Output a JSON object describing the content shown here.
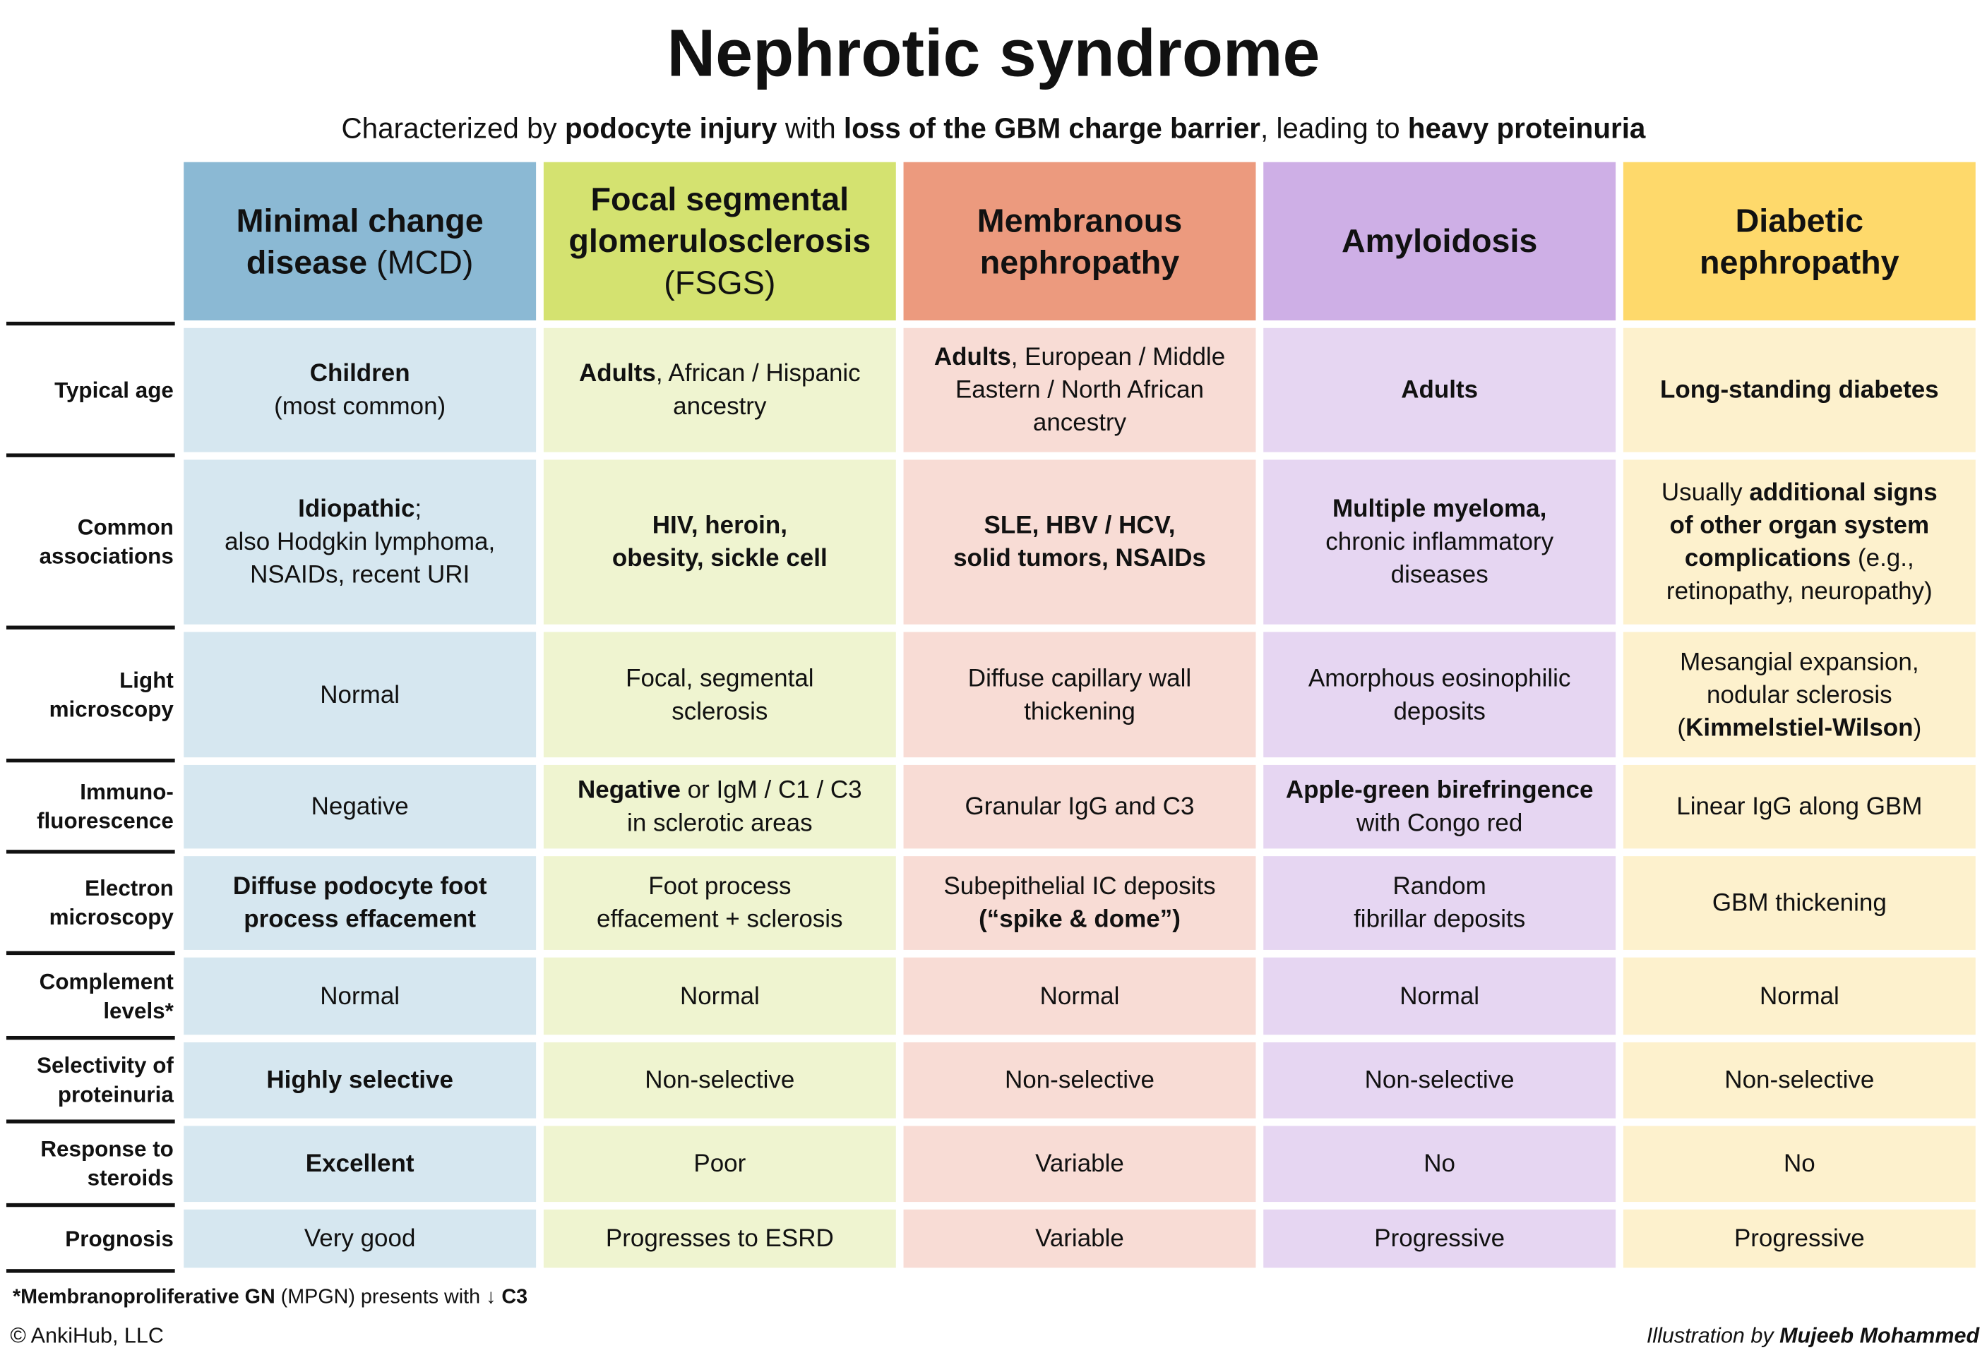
{
  "title": "Nephrotic syndrome",
  "subtitle": [
    {
      "t": "Characterized by "
    },
    {
      "t": "podocyte injury",
      "b": true
    },
    {
      "t": " with "
    },
    {
      "t": "loss of the GBM charge barrier",
      "b": true
    },
    {
      "t": ", leading to "
    },
    {
      "t": "heavy proteinuria",
      "b": true
    }
  ],
  "colors": {
    "header": [
      "#8bb9d4",
      "#d4e270",
      "#ec9a7e",
      "#ceafe6",
      "#fed96b"
    ],
    "body": [
      "#d6e7f0",
      "#eff4d0",
      "#f8dcd5",
      "#e6d6f2",
      "#fdf1cd"
    ]
  },
  "columns": [
    [
      [
        {
          "t": "Minimal change",
          "b": true
        }
      ],
      [
        {
          "t": "disease",
          "b": true
        },
        {
          "t": " (MCD)"
        }
      ]
    ],
    [
      [
        {
          "t": "Focal segmental",
          "b": true
        }
      ],
      [
        {
          "t": "glomerulosclerosis",
          "b": true
        }
      ],
      [
        {
          "t": "(FSGS)"
        }
      ]
    ],
    [
      [
        {
          "t": "Membranous",
          "b": true
        }
      ],
      [
        {
          "t": "nephropathy",
          "b": true
        }
      ]
    ],
    [
      [
        {
          "t": "Amyloidosis",
          "b": true
        }
      ]
    ],
    [
      [
        {
          "t": "Diabetic",
          "b": true
        }
      ],
      [
        {
          "t": "nephropathy",
          "b": true
        }
      ]
    ]
  ],
  "rows": [
    {
      "label": [
        "Typical age"
      ],
      "cells": [
        [
          [
            {
              "t": "Children",
              "b": true
            }
          ],
          [
            {
              "t": "(most common)"
            }
          ]
        ],
        [
          [
            {
              "t": "Adults",
              "b": true
            },
            {
              "t": ", African / Hispanic"
            }
          ],
          [
            {
              "t": "ancestry"
            }
          ]
        ],
        [
          [
            {
              "t": "Adults",
              "b": true
            },
            {
              "t": ", European / Middle"
            }
          ],
          [
            {
              "t": "Eastern / North African"
            }
          ],
          [
            {
              "t": "ancestry"
            }
          ]
        ],
        [
          [
            {
              "t": "Adults",
              "b": true
            }
          ]
        ],
        [
          [
            {
              "t": "Long-standing diabetes",
              "b": true
            }
          ]
        ]
      ]
    },
    {
      "label": [
        "Common",
        "associations"
      ],
      "cells": [
        [
          [
            {
              "t": "Idiopathic",
              "b": true
            },
            {
              "t": ";"
            }
          ],
          [
            {
              "t": "also Hodgkin lymphoma,"
            }
          ],
          [
            {
              "t": "NSAIDs, recent URI"
            }
          ]
        ],
        [
          [
            {
              "t": "HIV, heroin,",
              "b": true
            }
          ],
          [
            {
              "t": "obesity, sickle cell",
              "b": true
            }
          ]
        ],
        [
          [
            {
              "t": "SLE, HBV / HCV,",
              "b": true
            }
          ],
          [
            {
              "t": "solid tumors, NSAIDs",
              "b": true
            }
          ]
        ],
        [
          [
            {
              "t": "Multiple myeloma,",
              "b": true
            }
          ],
          [
            {
              "t": "chronic inflammatory"
            }
          ],
          [
            {
              "t": "diseases"
            }
          ]
        ],
        [
          [
            {
              "t": "Usually "
            },
            {
              "t": "additional signs",
              "b": true
            }
          ],
          [
            {
              "t": "of other organ system",
              "b": true
            }
          ],
          [
            {
              "t": "complications",
              "b": true
            },
            {
              "t": " (e.g.,"
            }
          ],
          [
            {
              "t": "retinopathy, neuropathy)"
            }
          ]
        ]
      ]
    },
    {
      "label": [
        "Light",
        "microscopy"
      ],
      "cells": [
        [
          [
            {
              "t": "Normal"
            }
          ]
        ],
        [
          [
            {
              "t": "Focal, segmental"
            }
          ],
          [
            {
              "t": "sclerosis"
            }
          ]
        ],
        [
          [
            {
              "t": "Diffuse capillary wall"
            }
          ],
          [
            {
              "t": "thickening"
            }
          ]
        ],
        [
          [
            {
              "t": "Amorphous eosinophilic"
            }
          ],
          [
            {
              "t": "deposits"
            }
          ]
        ],
        [
          [
            {
              "t": "Mesangial expansion,"
            }
          ],
          [
            {
              "t": "nodular sclerosis"
            }
          ],
          [
            {
              "t": "("
            },
            {
              "t": "Kimmelstiel-Wilson",
              "b": true
            },
            {
              "t": ")"
            }
          ]
        ]
      ]
    },
    {
      "label": [
        "Immuno-",
        "fluorescence"
      ],
      "cells": [
        [
          [
            {
              "t": "Negative"
            }
          ]
        ],
        [
          [
            {
              "t": "Negative",
              "b": true
            },
            {
              "t": " or IgM / C1 / C3"
            }
          ],
          [
            {
              "t": "in sclerotic areas"
            }
          ]
        ],
        [
          [
            {
              "t": "Granular IgG and C3"
            }
          ]
        ],
        [
          [
            {
              "t": "Apple-green birefringence",
              "b": true
            }
          ],
          [
            {
              "t": "with Congo red"
            }
          ]
        ],
        [
          [
            {
              "t": "Linear IgG along GBM"
            }
          ]
        ]
      ]
    },
    {
      "label": [
        "Electron",
        "microscopy"
      ],
      "cells": [
        [
          [
            {
              "t": "Diffuse podocyte foot",
              "b": true
            }
          ],
          [
            {
              "t": "process effacement",
              "b": true
            }
          ]
        ],
        [
          [
            {
              "t": "Foot process"
            }
          ],
          [
            {
              "t": "effacement + sclerosis"
            }
          ]
        ],
        [
          [
            {
              "t": "Subepithelial IC deposits"
            }
          ],
          [
            {
              "t": "(“spike & dome”)",
              "b": true
            }
          ]
        ],
        [
          [
            {
              "t": "Random"
            }
          ],
          [
            {
              "t": "fibrillar deposits"
            }
          ]
        ],
        [
          [
            {
              "t": "GBM thickening"
            }
          ]
        ]
      ]
    },
    {
      "label": [
        "Complement",
        "levels*"
      ],
      "cells": [
        [
          [
            {
              "t": "Normal"
            }
          ]
        ],
        [
          [
            {
              "t": "Normal"
            }
          ]
        ],
        [
          [
            {
              "t": "Normal"
            }
          ]
        ],
        [
          [
            {
              "t": "Normal"
            }
          ]
        ],
        [
          [
            {
              "t": "Normal"
            }
          ]
        ]
      ]
    },
    {
      "label": [
        "Selectivity of",
        "proteinuria"
      ],
      "cells": [
        [
          [
            {
              "t": "Highly selective",
              "b": true
            }
          ]
        ],
        [
          [
            {
              "t": "Non-selective"
            }
          ]
        ],
        [
          [
            {
              "t": "Non-selective"
            }
          ]
        ],
        [
          [
            {
              "t": "Non-selective"
            }
          ]
        ],
        [
          [
            {
              "t": "Non-selective"
            }
          ]
        ]
      ]
    },
    {
      "label": [
        "Response to",
        "steroids"
      ],
      "cells": [
        [
          [
            {
              "t": "Excellent",
              "b": true
            }
          ]
        ],
        [
          [
            {
              "t": "Poor"
            }
          ]
        ],
        [
          [
            {
              "t": "Variable"
            }
          ]
        ],
        [
          [
            {
              "t": "No"
            }
          ]
        ],
        [
          [
            {
              "t": "No"
            }
          ]
        ]
      ]
    },
    {
      "label": [
        "Prognosis"
      ],
      "cells": [
        [
          [
            {
              "t": "Very good"
            }
          ]
        ],
        [
          [
            {
              "t": "Progresses to ESRD"
            }
          ]
        ],
        [
          [
            {
              "t": "Variable"
            }
          ]
        ],
        [
          [
            {
              "t": "Progressive"
            }
          ]
        ],
        [
          [
            {
              "t": "Progressive"
            }
          ]
        ]
      ]
    }
  ],
  "footnote": [
    {
      "t": "*Membranoproliferative GN",
      "b": true
    },
    {
      "t": " (MPGN) presents with "
    },
    {
      "t": "↓ C3",
      "b": true
    }
  ],
  "copyright": "© AnkiHub, LLC",
  "credit": [
    {
      "t": "Illustration by "
    },
    {
      "t": "Mujeeb Mohammed",
      "b": true
    }
  ]
}
